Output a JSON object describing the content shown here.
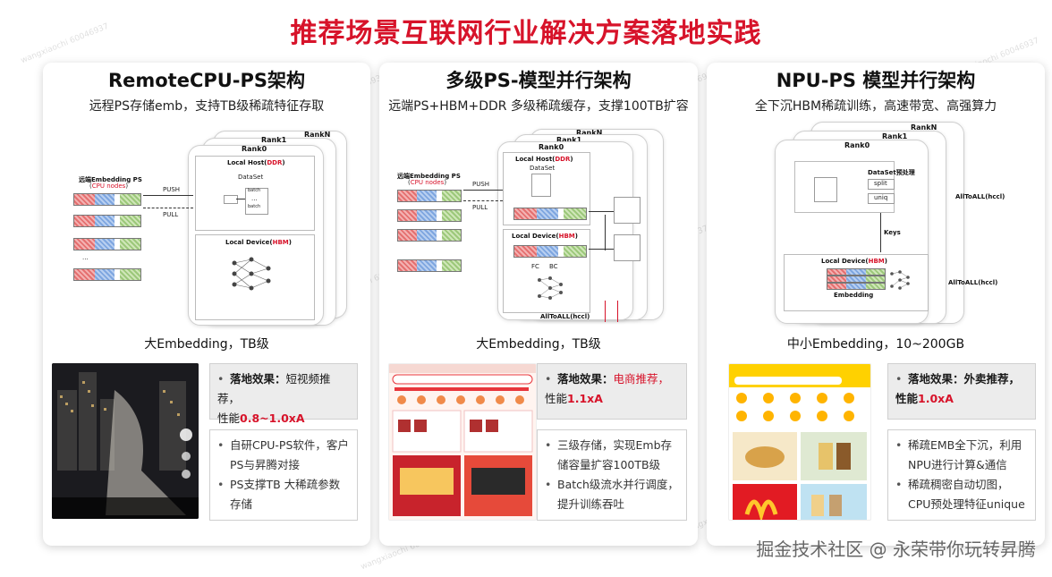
{
  "page_title": "推荐场景互联网行业解决方案落地实践",
  "watermark": "wangxiaochi 60046937",
  "footer": "掘金技术社区 @ 永荣带你玩转昇腾",
  "cards": [
    {
      "title": "RemoteCPU-PS架构",
      "subtitle": "远程PS存储emb，支持TB级稀疏特征存取",
      "diagram": {
        "rank_n": "RankN",
        "rank_1": "Rank1",
        "rank_0": "Rank0",
        "remote_ps": "远端Embedding PS",
        "cpu_nodes": "CPU nodes",
        "push": "PUSH",
        "pull": "PULL",
        "local_host": "Local Host(",
        "ddr": "DDR",
        "close_paren": ")",
        "dataset": "DataSet",
        "batch": "batch",
        "dots": "...",
        "local_device": "Local Device(",
        "hbm": "HBM"
      },
      "scale": "大Embedding，TB级",
      "effect_label": "落地效果：",
      "effect_text": "短视频推荐，",
      "effect_perf_prefix": "性能",
      "effect_perf": "0.8~1.0xA",
      "details": [
        "自研CPU-PS软件，客户PS与昇腾对接",
        "PS支撑TB 大稀疏参数存储"
      ]
    },
    {
      "title": "多级PS-模型并行架构",
      "subtitle": "远端PS+HBM+DDR 多级稀疏缓存，支撑100TB扩容",
      "diagram": {
        "rank_n": "RankN",
        "rank_1": "Rank1",
        "rank_0": "Rank0",
        "remote_ps": "远端Embedding PS",
        "cpu_nodes": "CPU nodes",
        "push": "PUSH",
        "pull": "PULL",
        "local_host": "Local Host(",
        "ddr": "DDR",
        "close_paren": ")",
        "dataset": "DataSet",
        "local_device": "Local Device(",
        "hbm": "HBM",
        "alltoall": "AllToALL(hccl)",
        "fc": "FC",
        "bc": "BC"
      },
      "scale": "大Embedding，TB级",
      "effect_label": "落地效果：",
      "effect_text": "电商推荐，",
      "effect_perf_prefix": "性能",
      "effect_perf": "1.1xA",
      "details": [
        "三级存储，实现Emb存储容量扩容100TB级",
        "Batch级流水并行调度，提升训练吞吐"
      ]
    },
    {
      "title": "NPU-PS 模型并行架构",
      "subtitle": "全下沉HBM稀疏训练，高速带宽、高强算力",
      "diagram": {
        "rank_n": "RankN",
        "rank_1": "Rank1",
        "rank_0": "Rank0",
        "dataset": "DataSet预处理",
        "split": "split",
        "uniq": "uniq",
        "keys": "Keys",
        "local_device": "Local Device(",
        "hbm": "HBM",
        "close_paren": ")",
        "embedding": "Embedding",
        "alltoall_1": "AllToALL(hccl)",
        "alltoall_2": "AllToALL(hccl)"
      },
      "scale": "中小Embedding，10~200GB",
      "effect_label": "落地效果：",
      "effect_text": "外卖推荐，",
      "effect_perf_prefix": "性能",
      "effect_perf": "1.0xA",
      "details": [
        "稀疏EMB全下沉，利用NPU进行计算&通信",
        "稀疏稠密自动切图，CPU预处理特征unique"
      ]
    }
  ],
  "colors": {
    "accent_red": "#d7132a",
    "perf_red": "#d7132a",
    "meituan_yellow": "#ffd100",
    "taobao_red": "#e8363c"
  }
}
